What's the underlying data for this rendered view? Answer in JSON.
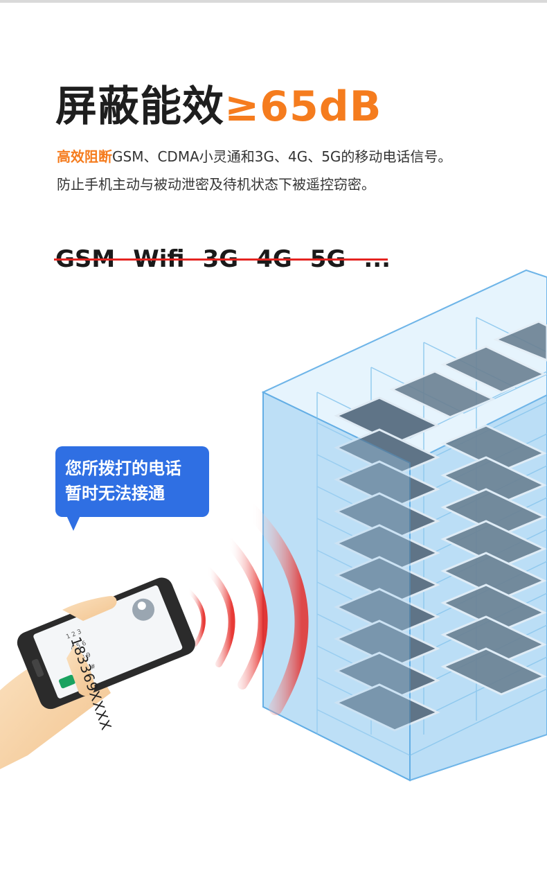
{
  "headline": {
    "main": "屏蔽能效",
    "value": "≥65dB"
  },
  "description": {
    "highlight": "高效阻断",
    "line1_rest": "GSM、CDMA小灵通和3G、4G、5G的移动电话信号。",
    "line2": "防止手机主动与被动泄密及待机状态下被遥控窃密。"
  },
  "signals": [
    "GSM",
    "Wifi",
    "3G",
    "4G",
    "5G",
    "..."
  ],
  "bubble": {
    "line1": "您所拨打的电话",
    "line2": "暂时无法接通"
  },
  "phone": {
    "number": "183369XXXX"
  },
  "colors": {
    "accent": "#f57c1e",
    "strike": "#e52420",
    "bubble": "#2f6fe3",
    "cabinet": "#9fd3f5"
  }
}
